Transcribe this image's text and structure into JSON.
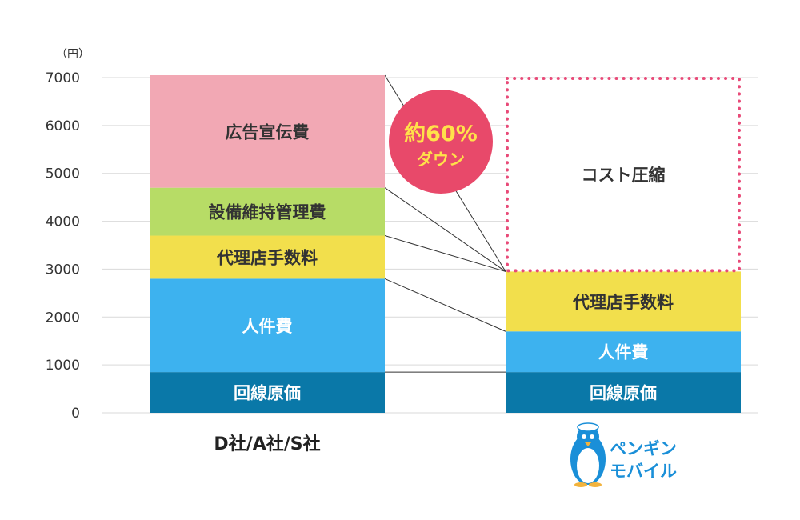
{
  "chart_data": {
    "type": "bar",
    "stacked": true,
    "y_unit_label": "（円）",
    "ylim": [
      0,
      7000
    ],
    "yticks": [
      0,
      1000,
      2000,
      3000,
      4000,
      5000,
      6000,
      7000
    ],
    "grid": true,
    "categories": [
      "D社/A社/S社",
      ""
    ],
    "series": [
      {
        "name": "回線原価",
        "color": "#0a78a8",
        "text_color": "#ffffff",
        "values": [
          850,
          850
        ]
      },
      {
        "name": "人件費",
        "color": "#3db2ef",
        "text_color": "#ffffff",
        "values": [
          1950,
          850
        ]
      },
      {
        "name": "代理店手数料",
        "color": "#f2df4c",
        "text_color": "#333333",
        "values": [
          900,
          1250
        ]
      },
      {
        "name": "設備維持管理費",
        "color": "#b7dc66",
        "text_color": "#333333",
        "values": [
          1000,
          0
        ]
      },
      {
        "name": "広告宣伝費",
        "color": "#f2a8b4",
        "text_color": "#333333",
        "values": [
          2350,
          0
        ]
      }
    ],
    "reduction": {
      "label": "コスト圧縮",
      "from": 2950,
      "to": 7000,
      "border_color": "#e84a78"
    },
    "badge": {
      "line1": "約60%",
      "line2": "ダウン",
      "fill": "#e8496a",
      "text_color": "#ffe14a"
    },
    "brand_logo": {
      "line1": "ペンギン",
      "line2": "モバイル",
      "color": "#1a8fd8",
      "icon": "penguin-mascot-icon"
    }
  }
}
